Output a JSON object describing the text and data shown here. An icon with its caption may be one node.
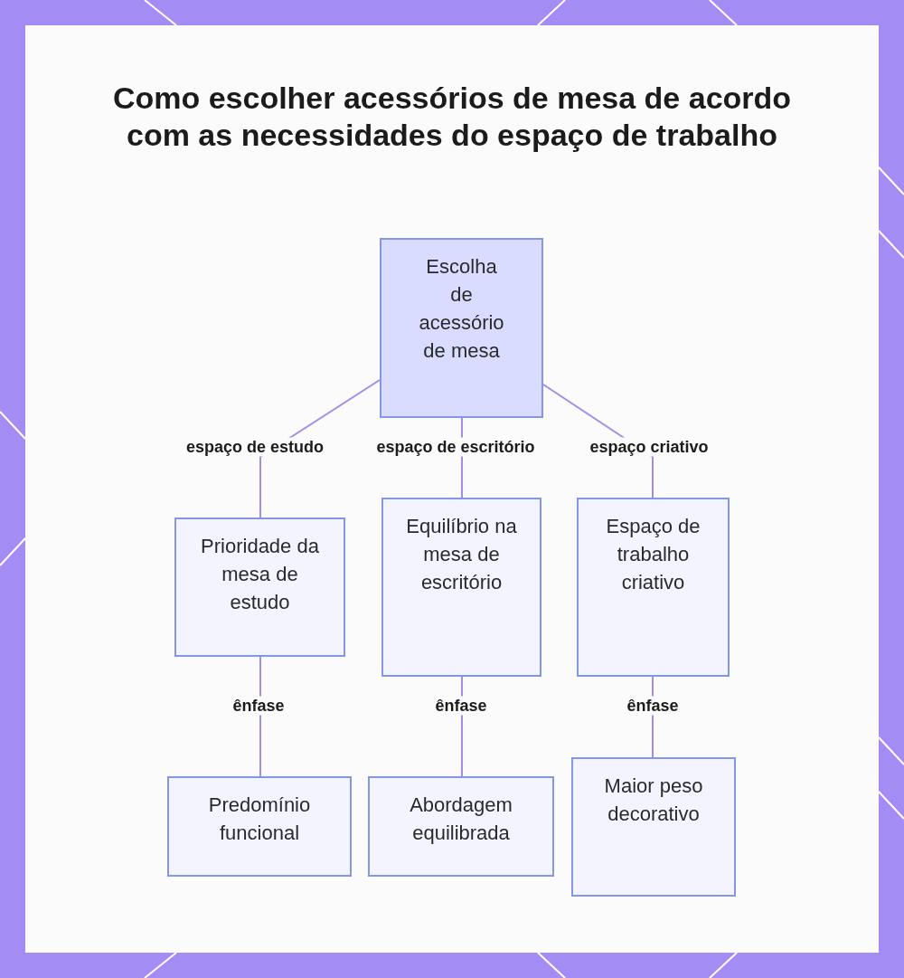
{
  "diagram": {
    "title": "Como escolher acessórios de mesa de acordo com as necessidades do espaço de trabalho",
    "nodes": [
      {
        "text": [
          "Escolha de acessório de mesa"
        ]
      },
      {
        "text": [
          "Prioridade da mesa de estudo"
        ]
      },
      {
        "text": [
          "Equilíbrio na mesa de escritório"
        ]
      },
      {
        "text": [
          "Espaço de trabalho criativo"
        ]
      },
      {
        "text": [
          "Predomínio funcional"
        ]
      },
      {
        "text": [
          "Abordagem equilibrada"
        ]
      },
      {
        "text": [
          "Maior peso decorativo"
        ]
      }
    ],
    "edges": [
      {
        "from": 0,
        "to": 1,
        "arrow": "none",
        "label": "espaço de estudo"
      },
      {
        "from": 0,
        "to": 2,
        "arrow": "none",
        "label": "espaço de escritório"
      },
      {
        "from": 0,
        "to": 3,
        "arrow": "none",
        "label": "espaço criativo"
      },
      {
        "from": 1,
        "to": 4,
        "arrow": "none",
        "label": "ênfase"
      },
      {
        "from": 2,
        "to": 5,
        "arrow": "none",
        "label": "ênfase"
      },
      {
        "from": 3,
        "to": 6,
        "arrow": "none",
        "label": "ênfase"
      }
    ]
  }
}
